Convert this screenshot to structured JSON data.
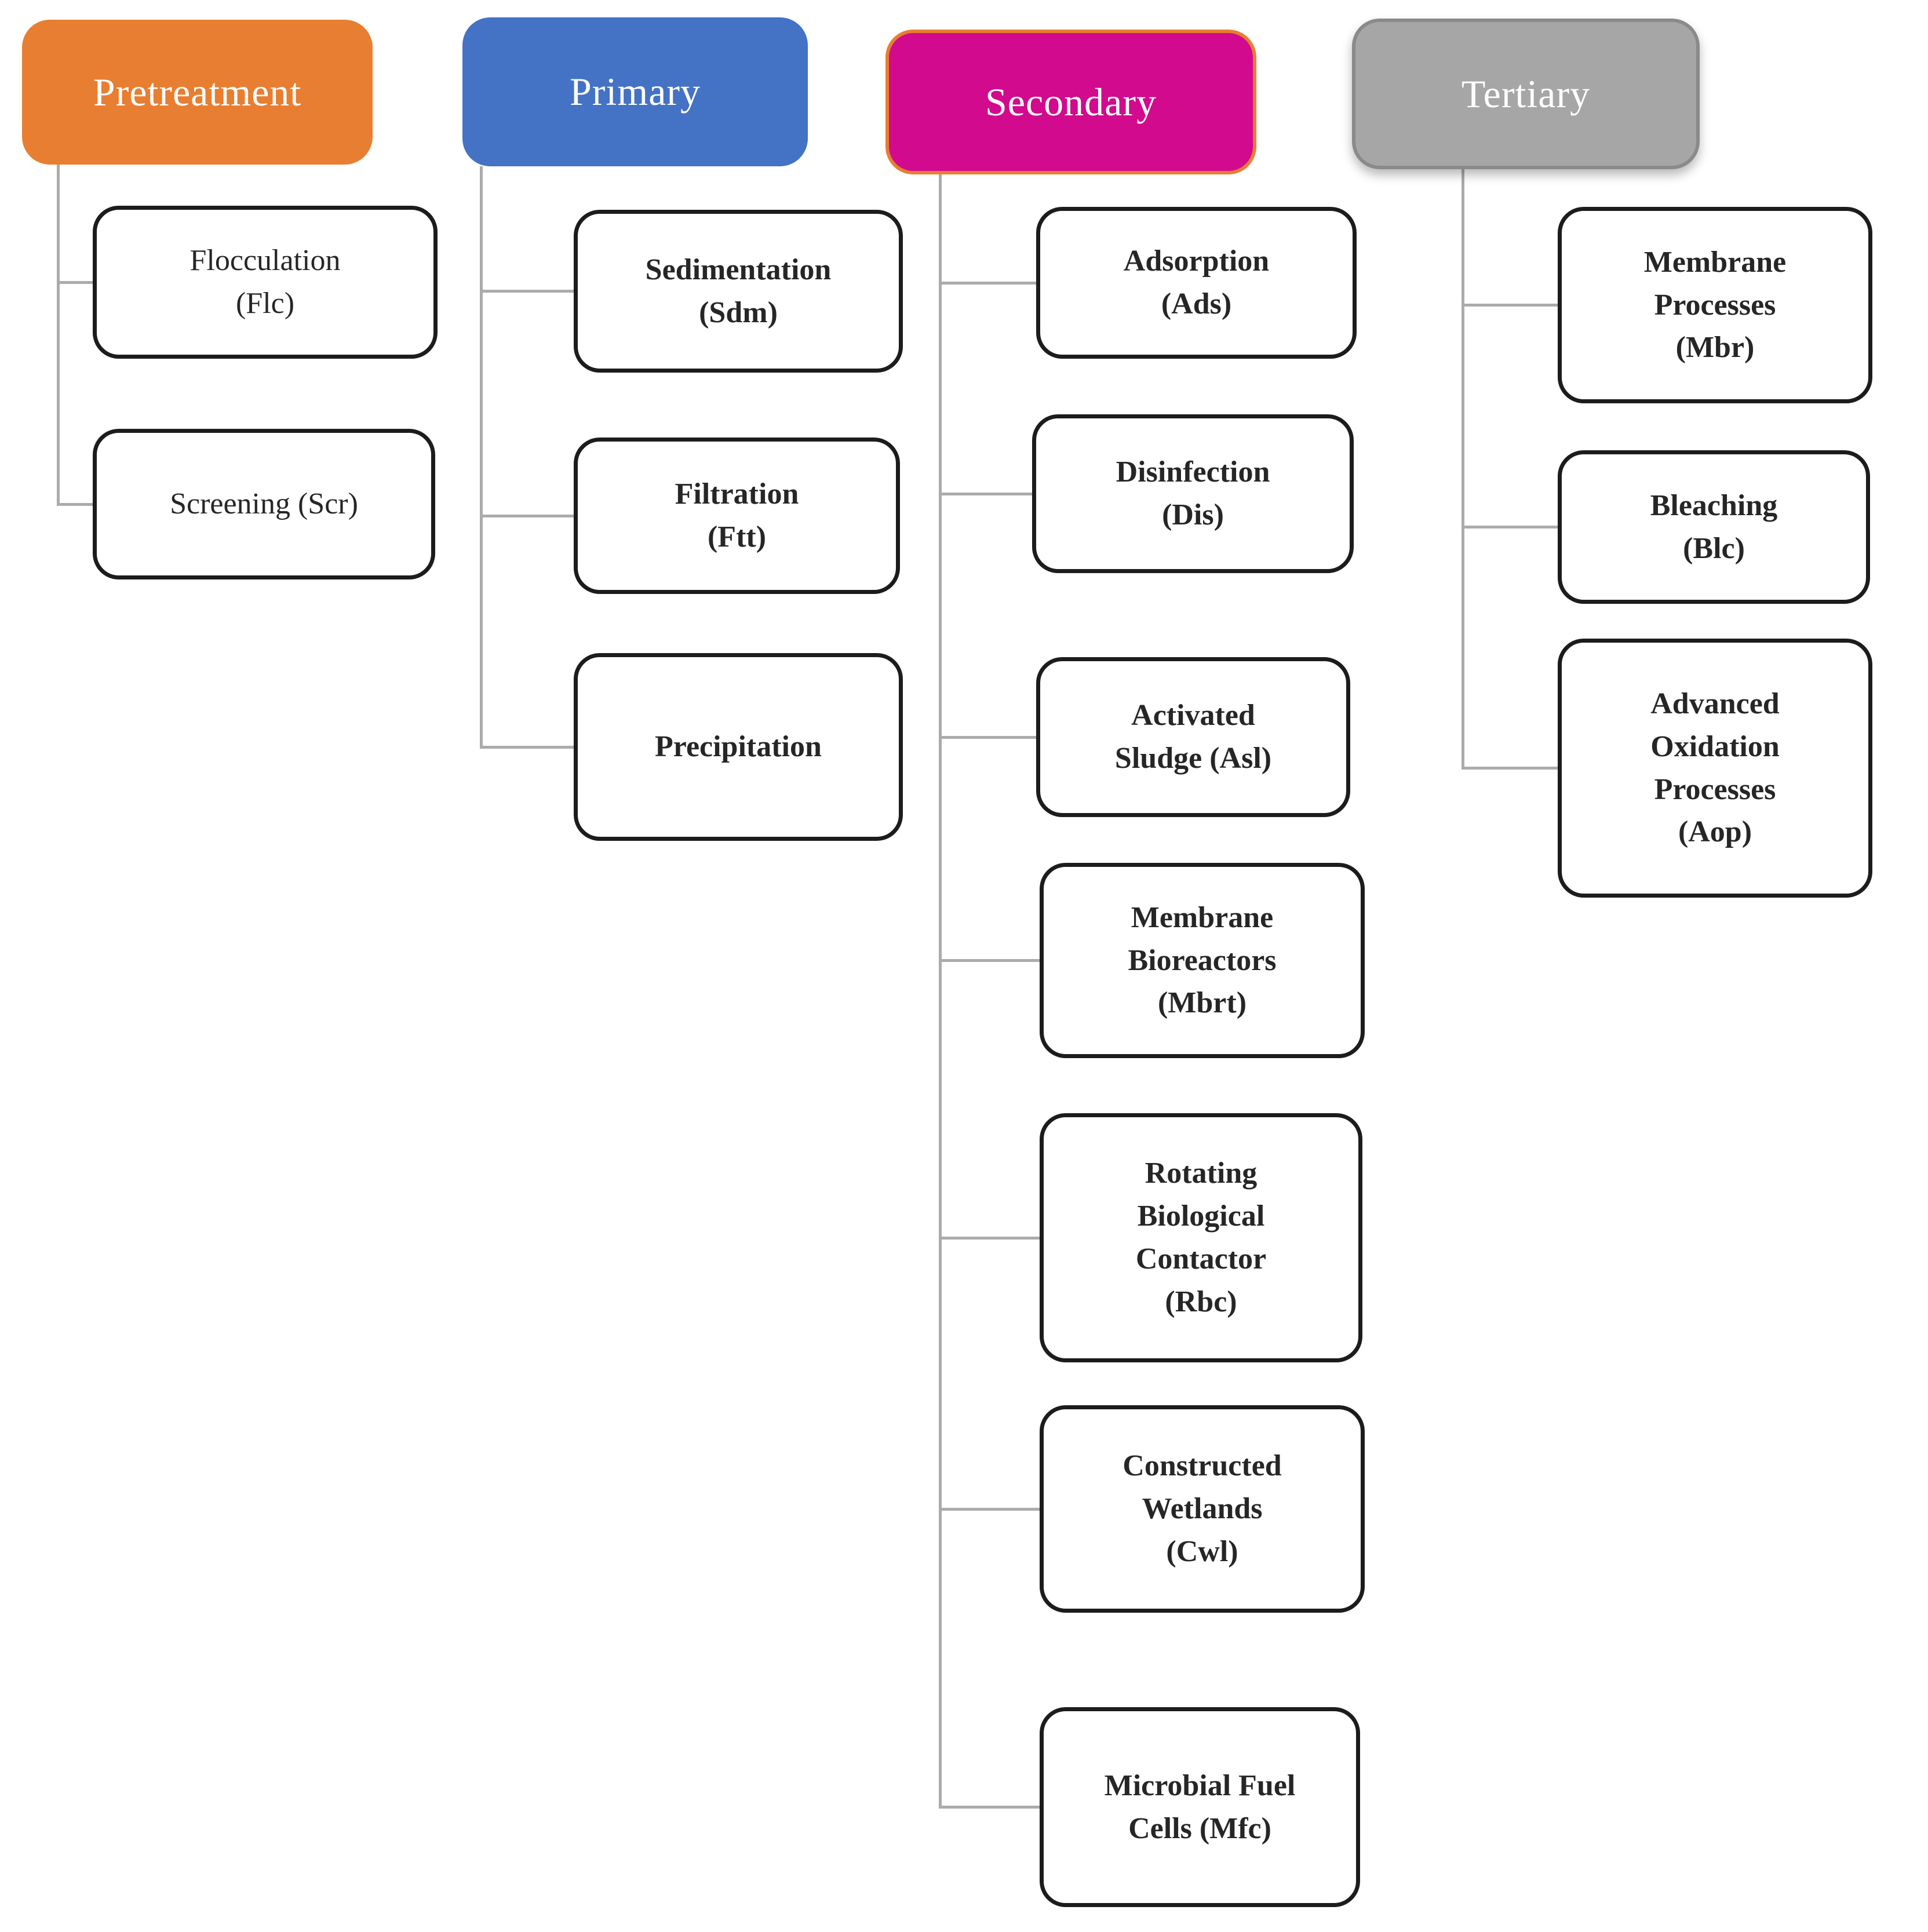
{
  "connector_color": "#ababab",
  "node_style": {
    "fill": "#ffffff",
    "border": "#1c1c1c",
    "text": "#262626"
  },
  "columns": [
    {
      "header": {
        "label": "Pretreatment",
        "bg": "#e87e31",
        "border": "#e87e31",
        "text_color": "#ffffff"
      },
      "children": [
        {
          "label": "Flocculation (Flc)",
          "lines": [
            "Flocculation",
            "(Flc)"
          ]
        },
        {
          "label": "Screening (Scr)",
          "lines": [
            "Screening (Scr)"
          ]
        }
      ]
    },
    {
      "header": {
        "label": "Primary",
        "bg": "#4472c4",
        "border": "#4472c4",
        "text_color": "#ffffff"
      },
      "children": [
        {
          "label": "Sedimentation (Sdm)",
          "lines": [
            "Sedimentation",
            "(Sdm)"
          ]
        },
        {
          "label": "Filtration (Ftt)",
          "lines": [
            "Filtration",
            "(Ftt)"
          ]
        },
        {
          "label": "Precipitation",
          "lines": [
            "Precipitation"
          ]
        }
      ]
    },
    {
      "header": {
        "label": "Secondary",
        "bg": "#d10a8e",
        "border": "#e87e31",
        "text_color": "#ffffff"
      },
      "children": [
        {
          "label": "Adsorption (Ads)",
          "lines": [
            "Adsorption",
            "(Ads)"
          ]
        },
        {
          "label": "Disinfection (Dis)",
          "lines": [
            "Disinfection",
            "(Dis)"
          ]
        },
        {
          "label": "Activated Sludge (Asl)",
          "lines": [
            "Activated",
            "Sludge (Asl)"
          ]
        },
        {
          "label": "Membrane Bioreactors (Mbrt)",
          "lines": [
            "Membrane",
            "Bioreactors",
            "(Mbrt)"
          ]
        },
        {
          "label": "Rotating Biological Contactor (Rbc)",
          "lines": [
            "Rotating",
            "Biological",
            "Contactor",
            "(Rbc)"
          ]
        },
        {
          "label": "Constructed Wetlands (Cwl)",
          "lines": [
            "Constructed",
            "Wetlands",
            "(Cwl)"
          ]
        },
        {
          "label": "Microbial Fuel Cells (Mfc)",
          "lines": [
            "Microbial Fuel",
            "Cells (Mfc)"
          ]
        }
      ]
    },
    {
      "header": {
        "label": "Tertiary",
        "bg": "#a6a6a6",
        "border": "#8a8a8a",
        "text_color": "#ffffff"
      },
      "children": [
        {
          "label": "Membrane Processes (Mbr)",
          "lines": [
            "Membrane",
            "Processes",
            "(Mbr)"
          ]
        },
        {
          "label": "Bleaching (Blc)",
          "lines": [
            "Bleaching",
            "(Blc)"
          ]
        },
        {
          "label": "Advanced Oxidation Processes (Aop)",
          "lines": [
            "Advanced",
            "Oxidation",
            "Processes",
            "(Aop)"
          ]
        }
      ]
    }
  ]
}
